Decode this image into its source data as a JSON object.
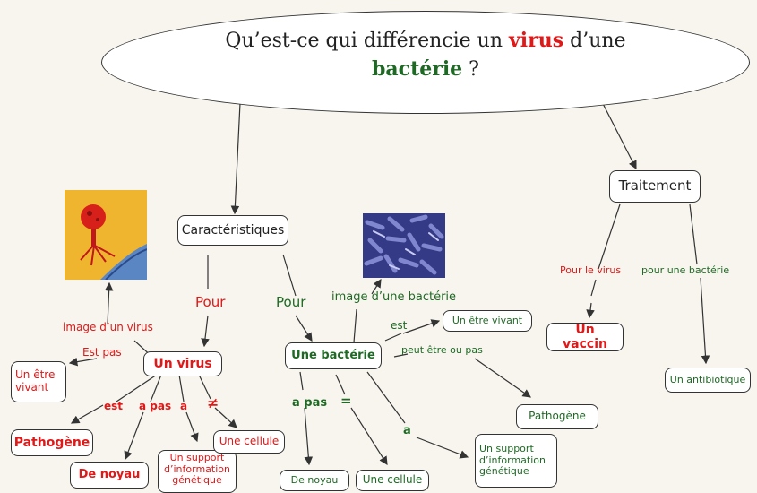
{
  "title": {
    "prefix": "Qu’est-ce qui différencie un ",
    "virus": "virus",
    "mid": " d’une",
    "bacterie": "bactérie",
    "suffix": " ?"
  },
  "nodes": {
    "caracteristiques": "Caractéristiques",
    "traitement": "Traitement",
    "un_virus": "Un virus",
    "une_bacterie": "Une bactérie",
    "un_etre_vivant_virus": "Un être vivant",
    "pathogene_virus": "Pathogène",
    "de_noyau_virus": "De noyau",
    "support_virus": "Un support d’information génétique",
    "une_cellule_virus": "Une cellule",
    "un_etre_vivant_bact": "Un être vivant",
    "pathogene_bact": "Pathogène",
    "de_noyau_bact": "De noyau",
    "une_cellule_bact": "Une cellule",
    "support_bact": "Un support d’information génétique",
    "un_vaccin": "Un vaccin",
    "un_antibiotique": "Un antibiotique"
  },
  "labels": {
    "pour_virus": "Pour",
    "pour_bact": "Pour",
    "image_virus": "image d’un virus",
    "image_bact": "image d’une bactérie",
    "est_pas": "Est pas",
    "est": "est",
    "a_pas_virus": "a pas",
    "a_virus": "a",
    "diff": "≠",
    "est_bact": "est",
    "peut_etre": "peut être ou pas",
    "a_pas_bact": "a pas",
    "egal": "=",
    "a_bact": "a",
    "pour_le_virus": "Pour le virus",
    "pour_une_bacterie": "pour une bactérie"
  },
  "colors": {
    "virus": "#e01818",
    "bacterie": "#1e6a24",
    "line": "#333333",
    "background": "#f7f5ee"
  }
}
